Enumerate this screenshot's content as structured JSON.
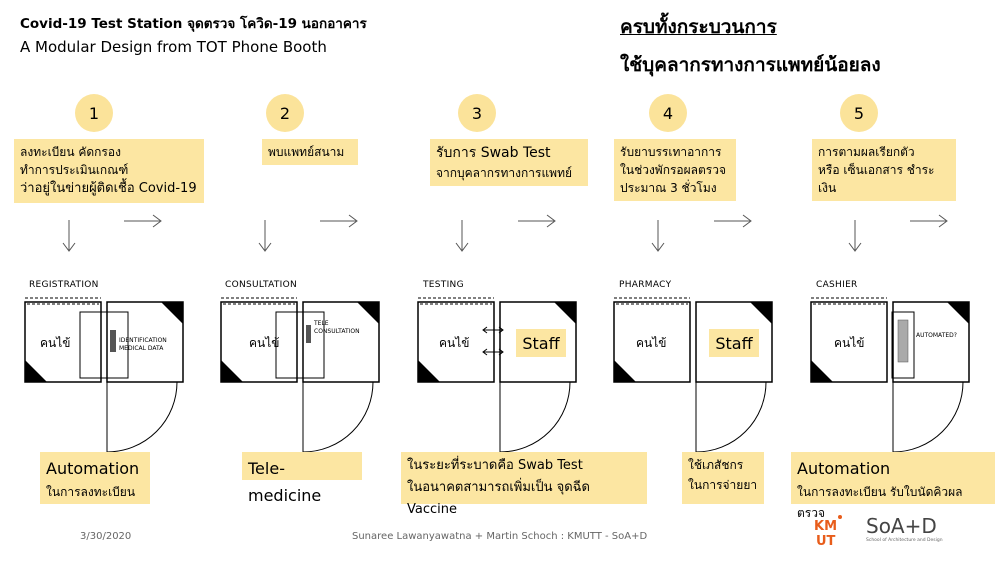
{
  "header": {
    "title": "Covid-19 Test Station จุดตรวจ โควิด-19 นอกอาคาร",
    "subtitle": "A Modular Design from TOT Phone Booth",
    "headline_line1": "ครบทั้งกระบวนการ",
    "headline_line2": "ใช้บุคลากรทางการแพทย์น้อยลง"
  },
  "steps": [
    {
      "number": "1",
      "note_line1": "ลงทะเบียน คัดกรอง",
      "note_line2": "ทำการประเมินเกณฑ์",
      "note_line3": "ว่าอยู่ในข่ายผู้ติดเชื้อ Covid-19",
      "station": "REGISTRATION",
      "patient": "คนไข้",
      "device": "IDENTIFICATION MEDICAL DATA"
    },
    {
      "number": "2",
      "note_line1": "พบแพทย์สนาม",
      "station": "CONSULTATION",
      "patient": "คนไข้",
      "device": "TELE CONSULTATION"
    },
    {
      "number": "3",
      "note_line1": "รับการ Swab Test",
      "note_line2": "จากบุคลากรทางการแพทย์",
      "station": "TESTING",
      "patient": "คนไข้",
      "staff": "Staff"
    },
    {
      "number": "4",
      "note_line1": "รับยาบรรเทาอาการ",
      "note_line2": "ในช่วงพักรอผลตรวจ",
      "note_line3": "ประมาณ 3 ชั่วโมง",
      "station": "PHARMACY",
      "patient": "คนไข้",
      "staff": "Staff"
    },
    {
      "number": "5",
      "note_line1": "การตามผลเรียกตัว",
      "note_line2": "หรือ เซ็นเอกสาร ชำระเงิน",
      "station": "CASHIER",
      "patient": "คนไข้",
      "device": "AUTOMATED?"
    }
  ],
  "bottom": {
    "b1_title": "Automation",
    "b1_sub": "ในการลงทะเบียน",
    "b2_title": "Tele-medicine",
    "b3_line1": "ในระยะที่ระบาดคือ Swab Test",
    "b3_line2": "ในอนาคตสามารถเพิ่มเป็น จุดฉีด Vaccine",
    "b4_line1": "ใช้เภสัชกร",
    "b4_line2": "ในการจ่ายยา",
    "b5_title": "Automation",
    "b5_sub": "ในการลงทะเบียน รับใบนัดคิวผลตรวจ"
  },
  "footer": {
    "date": "3/30/2020",
    "credit": "Sunaree Lawanyawatna + Martin Schoch : KMUTT - SoA+D",
    "logo_kmutt": "KMUTT",
    "logo_soad": "SoA+D",
    "logo_soad_sub": "School of Architecture and Design"
  },
  "colors": {
    "highlight": "#fce6a2",
    "circle": "#fbe39a",
    "soad_accent": "#f39a2b",
    "kmutt": "#e85d1b"
  }
}
